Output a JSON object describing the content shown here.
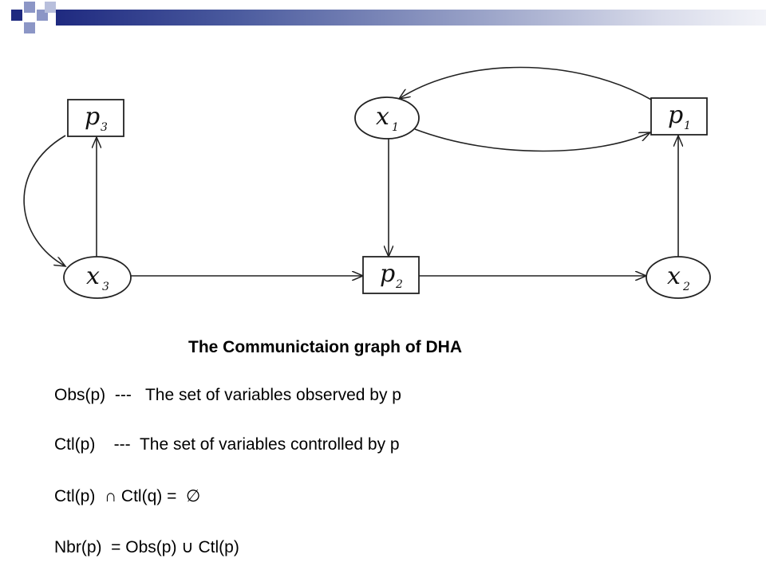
{
  "diagram": {
    "nodes": [
      {
        "id": "p3",
        "shape": "box",
        "base": "p",
        "sub": "3"
      },
      {
        "id": "x3",
        "shape": "ellipse",
        "base": "x",
        "sub": "3"
      },
      {
        "id": "x1",
        "shape": "ellipse",
        "base": "x",
        "sub": "1"
      },
      {
        "id": "p1",
        "shape": "box",
        "base": "p",
        "sub": "1"
      },
      {
        "id": "p2",
        "shape": "box",
        "base": "p",
        "sub": "2"
      },
      {
        "id": "x2",
        "shape": "ellipse",
        "base": "x",
        "sub": "2"
      }
    ],
    "edges": [
      {
        "from": "x3",
        "to": "p3"
      },
      {
        "from": "p3",
        "to": "x3"
      },
      {
        "from": "x3",
        "to": "p2"
      },
      {
        "from": "x1",
        "to": "p2"
      },
      {
        "from": "x1",
        "to": "p1"
      },
      {
        "from": "p1",
        "to": "x1"
      },
      {
        "from": "p2",
        "to": "x2"
      },
      {
        "from": "x2",
        "to": "p1"
      }
    ]
  },
  "caption": "The Communictaion graph of DHA",
  "lines": [
    "Obs(p)  ---   The set of variables observed by p",
    "Ctl(p)    ---  The set of variables controlled by p",
    "Ctl(p)  ∩ Ctl(q) =  ∅",
    "Nbr(p)  = Obs(p) ∪ Ctl(p)"
  ],
  "colors": {
    "accent": "#1f2a80",
    "accent_light": "#8c96c6"
  }
}
